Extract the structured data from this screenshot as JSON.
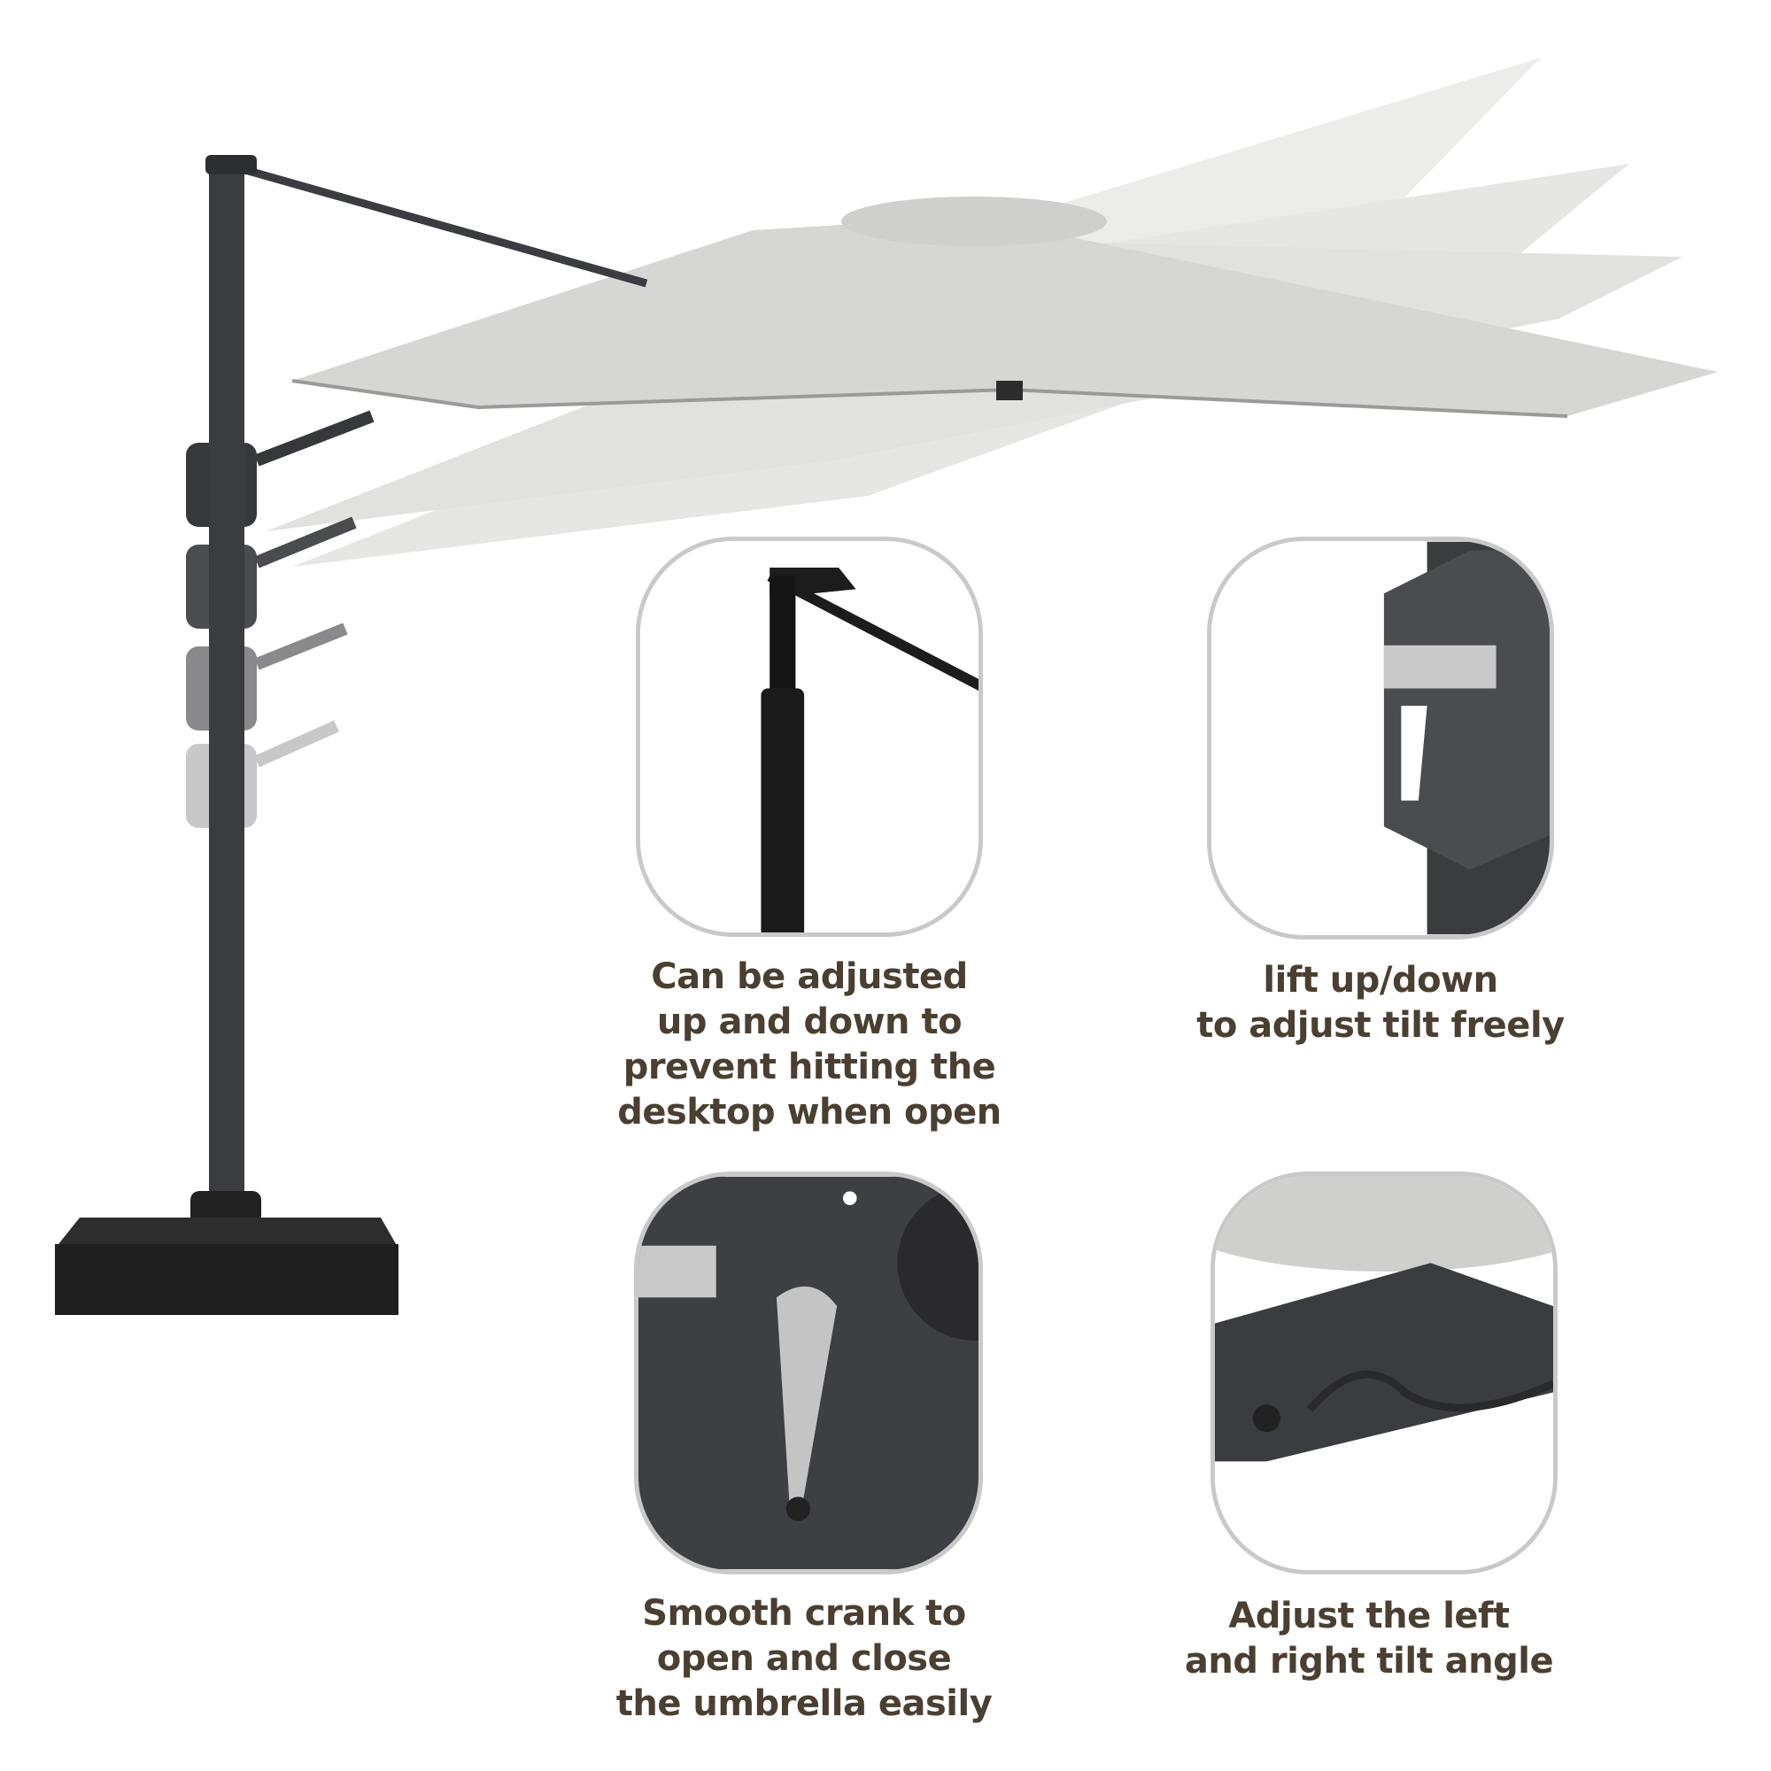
{
  "colors": {
    "canopy": "#d9d9d7",
    "frame": "#3a3c40",
    "text": "#4a3f30",
    "panel_border": "#c9c9c9"
  },
  "features": [
    {
      "id": "height-adjust",
      "icon": "telescopic-pole-closeup",
      "lines": [
        "Can be adjusted",
        "up and down to",
        "prevent hitting the",
        "desktop when open"
      ]
    },
    {
      "id": "tilt-lift",
      "icon": "tilt-handle-closeup",
      "lines": [
        "lift up/down",
        "to adjust tilt freely"
      ]
    },
    {
      "id": "crank",
      "icon": "crank-handle-closeup",
      "lines": [
        "Smooth crank to",
        "open and close",
        "the umbrella easily"
      ]
    },
    {
      "id": "side-tilt",
      "icon": "side-tilt-lever-closeup",
      "lines": [
        "Adjust the left",
        "and right tilt angle"
      ]
    }
  ]
}
